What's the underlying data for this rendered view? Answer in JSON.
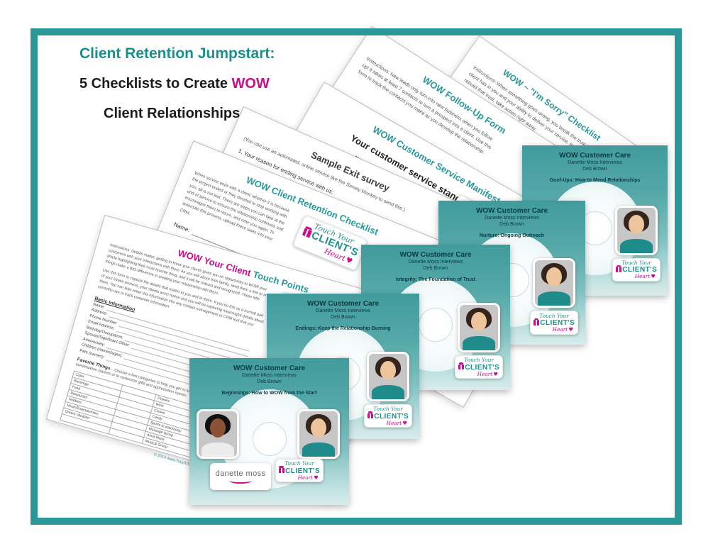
{
  "colors": {
    "teal": "#2a9899",
    "teal_dark": "#17918e",
    "magenta": "#cb0c8d",
    "cd_text": "#0d3a42",
    "paper_border": "#bcbcbc"
  },
  "header": {
    "line1": "Client Retention Jumpstart:",
    "line2_prefix": "5 Checklists to Create ",
    "line2_highlight": "WOW",
    "line3": "Client Relationships"
  },
  "logo": {
    "touch_your": "Touch Your",
    "clients": "CLIENT'S",
    "heart": "Heart",
    "heart_glyph": "♥"
  },
  "danette_logo": {
    "text": "danette moss"
  },
  "documents": {
    "im_sorry": {
      "title": "WOW ~ \"I'm Sorry\" Checklist",
      "body": "Instructions: When something goes wrong, you break the trust that your client has in you and your ability to deliver your service. In order to rebuild that trust, take action right away."
    },
    "follow_up": {
      "title": "WOW Follow-Up Form",
      "body": "Instructions: New leads only turn into new business when you follow up! It takes at least 7 contacts to turn a prospect into a client. Use this form to track the contacts you make as you develop the relationship."
    },
    "manifesto": {
      "title": "WOW Customer Service Manifesto",
      "body": "Your customer service standards are one more way to WOW your customers!"
    },
    "exit_survey": {
      "title": "Sample Exit survey",
      "note": "(You can use an automated, online service like the Survey Monkey to send this.)",
      "q1": "1.  Your reason for ending service with us:"
    },
    "retention": {
      "title": "WOW Client Retention Checklist",
      "body": "When service ends with a client, whether it is because the project ended or they decided to stop working with you, all is not lost. There are steps you can take at the end of service to ensure the relationship continues and encourages them to return, and refer you again. To automate this process, upload these tasks into your CRM.",
      "name_label": "Name:"
    },
    "touch_points": {
      "title_magenta": "WOW Your Client",
      "title_teal": " Touch Points",
      "intro1": "Instructions: Details matter, getting to know your clients gives you an opportunity to WOW your customers with your interactions with them. As you ask about their family, send them a link to an article highlighting their most favorite thing, and it will be noticed and recognized. These little things make a BIG difference in creating your relationship with them.",
      "intro2": "Use this form to capture the details that matter to you and to them. If you do this as a normal part of your intake process, your clients won't notice and you will be capturing meaningful details about them. You can later enter this information into any contact management or CRM tool that you currently use to track customer information.",
      "basic_heading": "Basic Information",
      "basic_fields": [
        "Name:",
        "Address:",
        "Phone Number:",
        "Email Address:",
        "Birthday/Occupation:",
        "Spouse/Significant Other:",
        "Anniversary:",
        "Children (names/ages):",
        "Pets (names):"
      ],
      "favorites_heading": "Favorite Things",
      "favorites_intro": " – Choose a few categories to help you get to know them and ways to incorporate them into your interactions. You can use as conversation starters or to customize gifts and appreciation events.",
      "favorites_rows": [
        [
          "Color",
          "Flowers"
        ],
        [
          "Beverage",
          "Wine"
        ],
        [
          "Food",
          "Cookie"
        ],
        [
          "Restaurant",
          "Candy"
        ],
        [
          "Hobbies",
          "Sports to watch/play"
        ],
        [
          "Music/Entertainment",
          "Massage Group"
        ],
        [
          "Dream Vacation",
          "Alma Mater"
        ],
        [
          "",
          "Musical Group"
        ]
      ],
      "footer": "© 2014 www.TouchYourClientsHeart.com"
    }
  },
  "cds": [
    {
      "title": "WOW Customer Care",
      "line1": "Danette Moss Interviews",
      "line2": "Deb Brown",
      "topic": "Beginnings: How to WOW from the Start"
    },
    {
      "title": "WOW Customer Care",
      "line1": "Danette Moss Interviews",
      "line2": "Deb Brown",
      "topic": "Endings: Keep the Relationship Burning"
    },
    {
      "title": "WOW Customer Care",
      "line1": "Danette Moss Interviews",
      "line2": "Deb Brown",
      "topic": "Integrity: The Foundation of Trust"
    },
    {
      "title": "WOW Customer Care",
      "line1": "Danette Moss Interviews",
      "line2": "Deb Brown",
      "topic": "Nurture: Ongoing Outreach"
    },
    {
      "title": "WOW Customer Care",
      "line1": "Danette Moss Interviews",
      "line2": "Deb Brown",
      "topic": "Goof-Ups: How to Mend Relationships"
    }
  ]
}
